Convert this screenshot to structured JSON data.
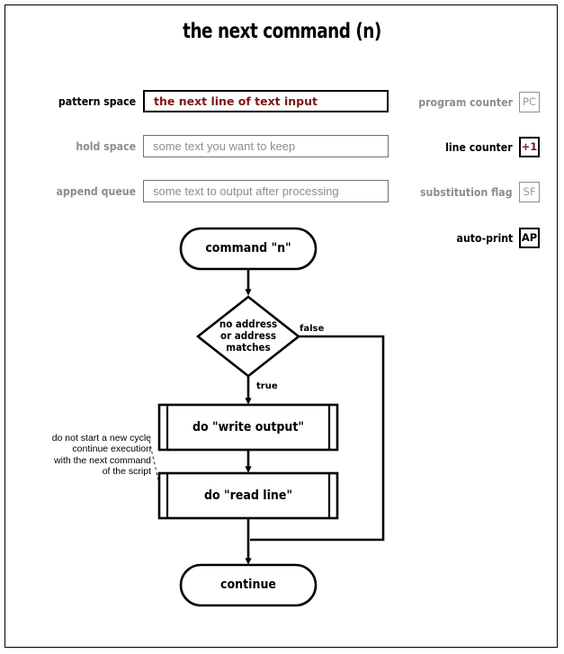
{
  "title": "the next command (n)",
  "accent_color": "#7a1616",
  "idle_color": "#8d8d8d",
  "buffers": [
    {
      "label": "pattern space",
      "value": "the next line of text input",
      "state": "active"
    },
    {
      "label": "hold space",
      "value": "some text you want to keep",
      "state": "idle"
    },
    {
      "label": "append queue",
      "value": "some text to output after processing",
      "state": "idle"
    }
  ],
  "registers": [
    {
      "label": "program counter",
      "value": "PC",
      "state": "idle"
    },
    {
      "label": "line counter",
      "value": "+1",
      "state": "accent"
    },
    {
      "label": "substitution flag",
      "value": "SF",
      "state": "idle"
    },
    {
      "label": "auto-print",
      "value": "AP",
      "state": "active"
    }
  ],
  "flow": {
    "start_node": "command \"n\"",
    "decision_node": "no address or address matches",
    "decision_line_1": "no address",
    "decision_line_2": "or address",
    "decision_line_3": "matches",
    "edge_true": "true",
    "edge_false": "false",
    "process_1": "do \"write output\"",
    "process_2": "do \"read line\"",
    "end_node": "continue",
    "annotation_line_1": "do not start a new cycle",
    "annotation_line_2": "continue execution",
    "annotation_line_3": "with the next command",
    "annotation_line_4": "of the script"
  }
}
